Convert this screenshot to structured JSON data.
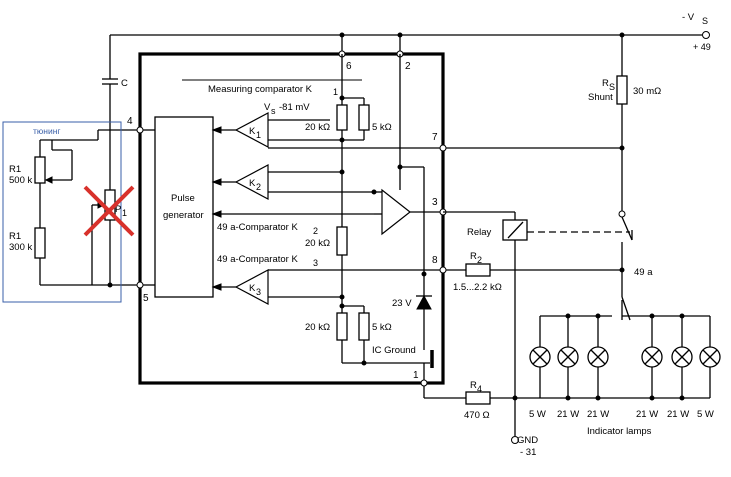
{
  "supply": {
    "label": "- V",
    "sub": "S",
    "terminal": "+ 49"
  },
  "shunt": {
    "ref": "R",
    "sub": "S",
    "name": "Shunt",
    "value": "30 mΩ"
  },
  "cap": {
    "ref": "C"
  },
  "tuning": {
    "title": "тюнинг",
    "r1_top_ref": "R1",
    "r1_top_value": "500 k",
    "r1_bottom_ref": "R1",
    "r1_bottom_value": "300 k",
    "p1_label": "P",
    "p1_sub": "1"
  },
  "ic": {
    "measuring_comparator": "Measuring comparator K",
    "measuring_comparator_sub": "1",
    "vs_label": "V",
    "vs_sub": "s",
    "vs_value": "-81 mV",
    "pulse_generator_line1": "Pulse",
    "pulse_generator_line2": "generator",
    "comp2_label": "49 a-Comparator K",
    "comp2_sub": "2",
    "comp3_label": "49 a-Comparator K",
    "comp3_sub": "3",
    "k1": "K",
    "k1_sub": "1",
    "k2": "K",
    "k2_sub": "2",
    "k3": "K",
    "k3_sub": "3",
    "res_20k_1": "20 kΩ",
    "res_5k_1": "5 kΩ",
    "res_20k_2": "20 kΩ",
    "res_20k_3": "20 kΩ",
    "res_5k_2": "5 kΩ",
    "zener": "23 V",
    "ground": "IC Ground"
  },
  "pins": {
    "p1": "1",
    "p2": "2",
    "p3": "3",
    "p4": "4",
    "p5": "5",
    "p6": "6",
    "p7": "7",
    "p8": "8"
  },
  "relay": {
    "label": "Relay"
  },
  "r2": {
    "ref": "R",
    "sub": "2",
    "value": "1.5...2.2 kΩ"
  },
  "r4": {
    "ref": "R",
    "sub": "4",
    "value": "470 Ω"
  },
  "term_49a": "49 a",
  "gnd": {
    "line1": "GND",
    "line2": "- 31"
  },
  "lamps": {
    "caption": "Indicator lamps",
    "wattages": [
      "5 W",
      "21 W",
      "21 W",
      "21 W",
      "21 W",
      "5 W"
    ]
  }
}
